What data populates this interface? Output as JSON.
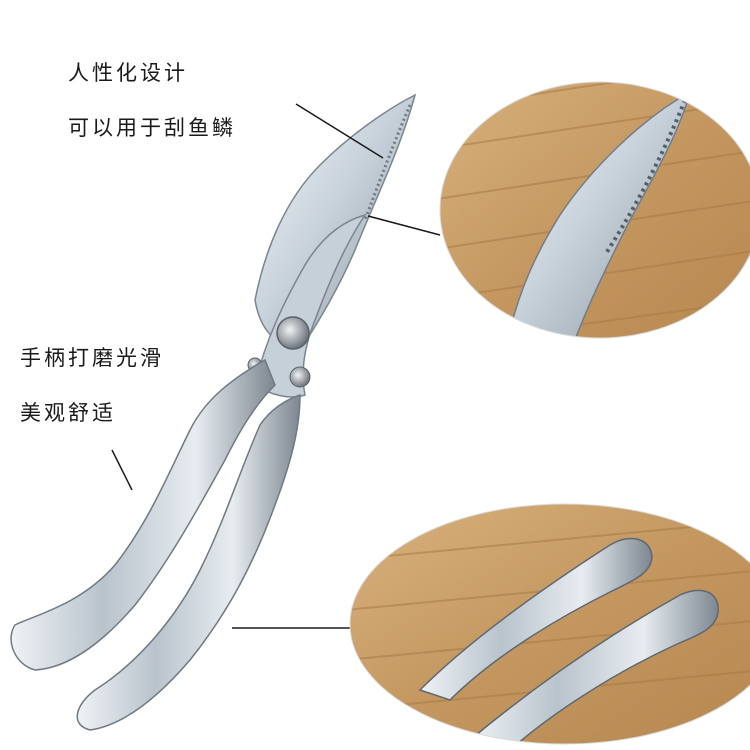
{
  "captions": {
    "blade_line1": "人性化设计",
    "blade_line2": "可以用于刮鱼鳞",
    "handle_line1": "手柄打磨光滑",
    "handle_line2": "美观舒适"
  },
  "colors": {
    "background": "#ffffff",
    "steel_light": "#dfe7ee",
    "steel_dark": "#7d8791",
    "wood": "#c9a06a",
    "text": "#1a1a1a"
  }
}
